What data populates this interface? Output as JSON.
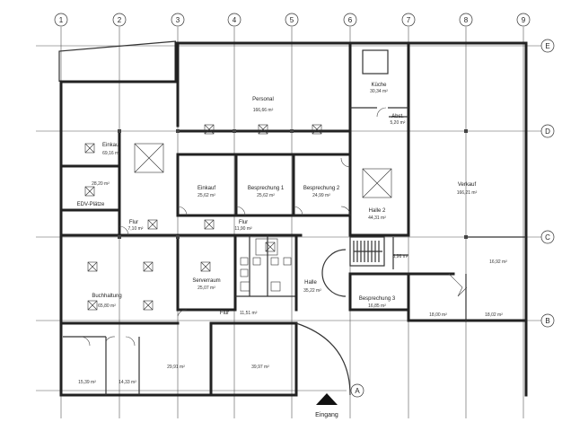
{
  "grid": {
    "columns": [
      "1",
      "2",
      "3",
      "4",
      "5",
      "6",
      "7",
      "8",
      "9"
    ],
    "rows": [
      "E",
      "D",
      "C",
      "B",
      "A"
    ]
  },
  "rooms": [
    {
      "name": "Personal",
      "area": "166,66 m²"
    },
    {
      "name": "Küche",
      "area": "30,34 m²"
    },
    {
      "name": "Abst.",
      "area": "5,20 m²"
    },
    {
      "name": "Einkauf",
      "area": "69,16 m²"
    },
    {
      "name": "",
      "area": "28,20 m²"
    },
    {
      "name": "EDV-Plätze",
      "area": ""
    },
    {
      "name": "Einkauf",
      "area": "25,62 m²"
    },
    {
      "name": "Besprechung 1",
      "area": "25,62 m²"
    },
    {
      "name": "Besprechung 2",
      "area": "24,99 m²"
    },
    {
      "name": "Halle 2",
      "area": "44,31 m²"
    },
    {
      "name": "Verkauf",
      "area": "166,21 m²"
    },
    {
      "name": "Flur",
      "area": "7,10 m²"
    },
    {
      "name": "Flur",
      "area": "11,90 m²"
    },
    {
      "name": "Buchhaltung",
      "area": "65,80 m²"
    },
    {
      "name": "Serverraum",
      "area": "25,07 m²"
    },
    {
      "name": "Halle",
      "area": "35,22 m²"
    },
    {
      "name": "Flur",
      "area": "11,51 m²"
    },
    {
      "name": "Besprechung 3",
      "area": "16,85 m²"
    },
    {
      "name": "",
      "area": "16,92 m²"
    },
    {
      "name": "",
      "area": "18,00 m²"
    },
    {
      "name": "",
      "area": "18,02 m²"
    },
    {
      "name": "",
      "area": "3,96 m²"
    },
    {
      "name": "",
      "area": "15,39 m²"
    },
    {
      "name": "",
      "area": "14,33 m²"
    },
    {
      "name": "",
      "area": "29,91 m²"
    },
    {
      "name": "",
      "area": "39,97 m²"
    }
  ],
  "entrance": {
    "label": "Eingang"
  }
}
